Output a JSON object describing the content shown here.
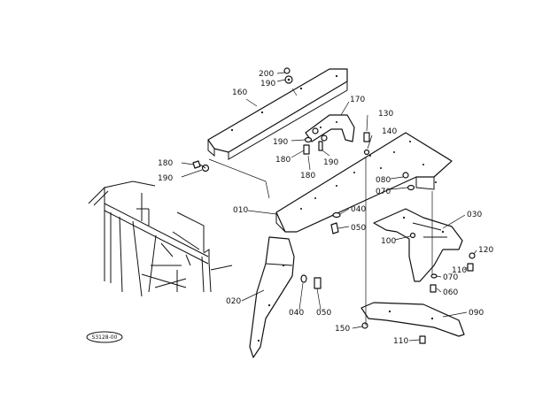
{
  "diagram": {
    "reference_code": "S3128-00",
    "callouts": {
      "c200": "200",
      "c190a": "190",
      "c160": "160",
      "c170": "170",
      "c130": "130",
      "c140": "140",
      "c190b": "190",
      "c180a": "180",
      "c190c": "190",
      "c180b": "180",
      "c180c": "180",
      "c190d": "190",
      "c080": "080",
      "c070a": "070",
      "c010": "010",
      "c040a": "040",
      "c050a": "050",
      "c030": "030",
      "c100": "100",
      "c120": "120",
      "c110a": "110",
      "c070b": "070",
      "c060": "060",
      "c020": "020",
      "c040b": "040",
      "c050b": "050",
      "c090": "090",
      "c150": "150",
      "c110b": "110"
    }
  }
}
